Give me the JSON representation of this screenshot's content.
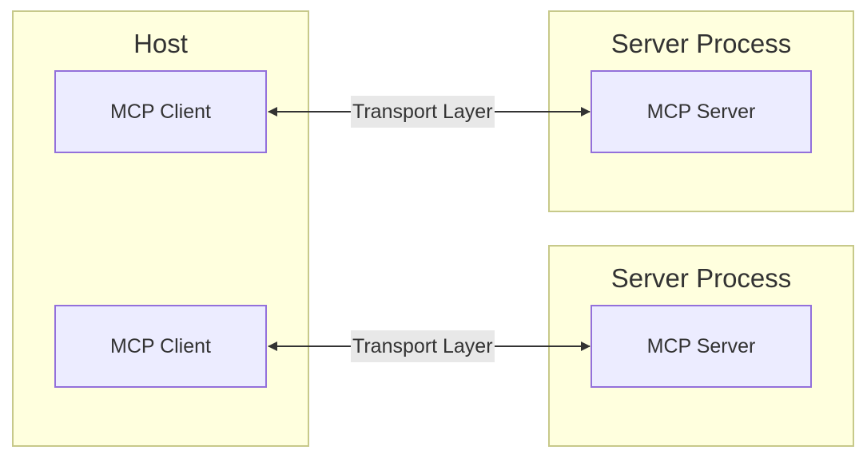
{
  "host": {
    "title": "Host",
    "clients": [
      {
        "label": "MCP Client"
      },
      {
        "label": "MCP Client"
      }
    ]
  },
  "server_processes": [
    {
      "title": "Server Process",
      "server": {
        "label": "MCP Server"
      }
    },
    {
      "title": "Server Process",
      "server": {
        "label": "MCP Server"
      }
    }
  ],
  "edges": [
    {
      "label": "Transport Layer",
      "direction": "bidirectional"
    },
    {
      "label": "Transport Layer",
      "direction": "bidirectional"
    }
  ],
  "colors": {
    "cluster_fill": "#ffffde",
    "cluster_stroke": "#c7c98a",
    "node_fill": "#ececff",
    "node_stroke": "#9370db",
    "edge_stroke": "#333333",
    "edge_label_bg": "#e8e8e8",
    "text": "#333333"
  }
}
